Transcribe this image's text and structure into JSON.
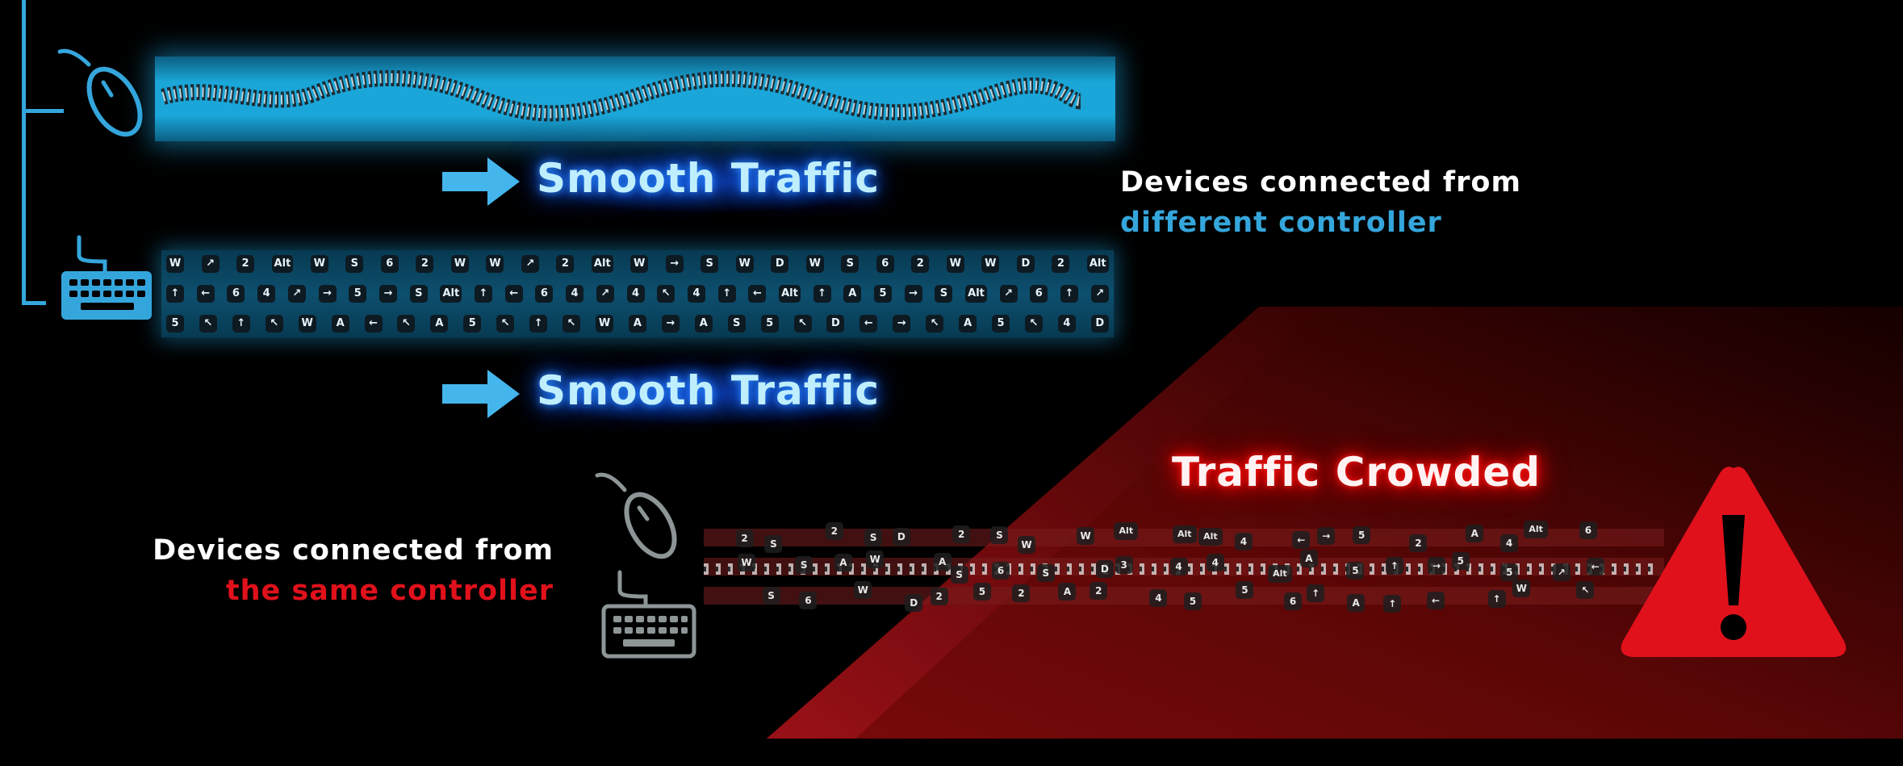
{
  "smooth_label_1": "Smooth Traffic",
  "smooth_label_2": "Smooth Traffic",
  "different": {
    "line1": "Devices connected from",
    "line2": "different controller"
  },
  "same": {
    "line1": "Devices connected from",
    "line2": "the same controller"
  },
  "crowded_label": "Traffic Crowded",
  "keyboard_rows": [
    [
      "W",
      "↗",
      "2",
      "Alt",
      "W",
      "S",
      "6",
      "2",
      "W",
      "W",
      "↗",
      "2",
      "Alt",
      "W",
      "→",
      "S",
      "W",
      "D",
      "W",
      "S",
      "6",
      "2",
      "W",
      "W",
      "D",
      "2",
      "Alt"
    ],
    [
      "↑",
      "←",
      "6",
      "4",
      "↗",
      "→",
      "5",
      "→",
      "S",
      "Alt",
      "↑",
      "←",
      "6",
      "4",
      "↗",
      "4",
      "↖",
      "4",
      "↑",
      "←",
      "Alt",
      "↑",
      "A",
      "5",
      "→",
      "S",
      "Alt",
      "↗",
      "6",
      "↑",
      "↗"
    ],
    [
      "5",
      "↖",
      "↑",
      "↖",
      "W",
      "A",
      "←",
      "↖",
      "A",
      "5",
      "↖",
      "↑",
      "↖",
      "W",
      "A",
      "→",
      "A",
      "S",
      "5",
      "↖",
      "D",
      "←",
      "→",
      "↖",
      "A",
      "5",
      "↖",
      "4",
      "D"
    ]
  ],
  "crowd_keys": [
    "2",
    "W",
    "S",
    "S",
    "S",
    "6",
    "2",
    "A",
    "W",
    "S",
    "W",
    "D",
    "D",
    "A",
    "2",
    "2",
    "S",
    "5",
    "S",
    "6",
    "2",
    "W",
    "S",
    "A",
    "W",
    "D",
    "2",
    "Alt",
    "3",
    "4",
    "Alt",
    "4",
    "5",
    "Alt",
    "4",
    "5",
    "4",
    "Alt",
    "6",
    "←",
    "A",
    "↑",
    "→",
    "5",
    "A",
    "5",
    "↑",
    "↑",
    "2",
    "→",
    "←",
    "A",
    "5",
    "↑",
    "4",
    "5",
    "W",
    "Alt",
    "↗",
    "↖",
    "6",
    "←"
  ],
  "colors": {
    "accent_blue": "#35a6dc",
    "glow_blue": "#1a66ff",
    "alert_red": "#e0111b",
    "text_white": "#ffffff",
    "device_gray": "#8d9597"
  },
  "icons": [
    "mouse-icon-blue",
    "keyboard-icon-blue",
    "arrow-right-icon",
    "mouse-icon-gray",
    "keyboard-icon-gray",
    "warning-triangle-icon"
  ]
}
